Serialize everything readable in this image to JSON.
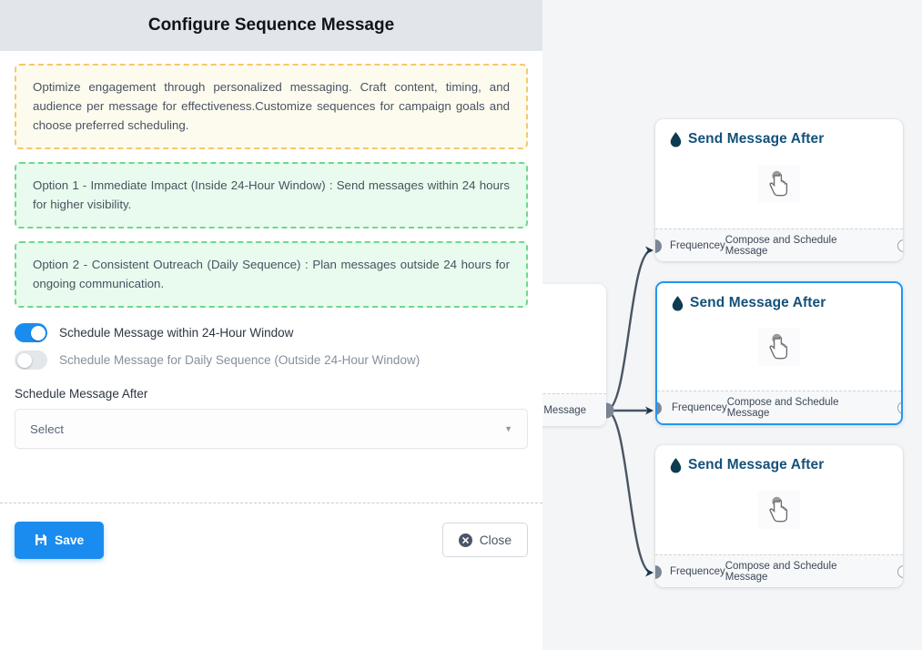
{
  "panel": {
    "title": "Configure Sequence Message",
    "notices": [
      {
        "kind": "warn",
        "text": "Optimize engagement through personalized messaging. Craft content, timing, and audience per message for effectiveness.Customize sequences for campaign goals and choose preferred scheduling."
      },
      {
        "kind": "ok",
        "text": "Option 1 - Immediate Impact (Inside 24-Hour Window) : Send messages within 24 hours for higher visibility."
      },
      {
        "kind": "ok",
        "text": "Option 2 - Consistent Outreach (Daily Sequence) : Plan messages outside 24 hours for ongoing communication."
      }
    ],
    "toggles": [
      {
        "label": "Schedule Message within 24-Hour Window",
        "state": "on"
      },
      {
        "label": "Schedule Message for Daily Sequence (Outside 24-Hour Window)",
        "state": "off"
      }
    ],
    "schedule_field": {
      "label": "Schedule Message After",
      "value": "Select",
      "caret_icon": "chevron-down-icon"
    },
    "footer": {
      "save_label": "Save",
      "save_icon": "floppy-disk-icon",
      "close_label": "Close",
      "close_icon": "close-circle-icon"
    }
  },
  "canvas": {
    "background_color": "#f4f5f7",
    "selected_border_color": "#2196f3",
    "edge_color": "#4a5562",
    "nodes": [
      {
        "id": "node-source",
        "clipped": true,
        "footer_left": "",
        "footer_right": "ce Message"
      },
      {
        "id": "node-1",
        "title": "Send Message After",
        "title_icon": "droplet-icon",
        "body_icon": "hand-pointer-icon",
        "footer_left": "Frequencey",
        "footer_right": "Compose and Schedule Message",
        "selected": false
      },
      {
        "id": "node-2",
        "title": "Send Message After",
        "title_icon": "droplet-icon",
        "body_icon": "hand-pointer-icon",
        "footer_left": "Frequencey",
        "footer_right": "Compose and Schedule Message",
        "selected": true
      },
      {
        "id": "node-3",
        "title": "Send Message After",
        "title_icon": "droplet-icon",
        "body_icon": "hand-pointer-icon",
        "footer_left": "Frequencey",
        "footer_right": "Compose and Schedule Message",
        "selected": false
      }
    ]
  }
}
